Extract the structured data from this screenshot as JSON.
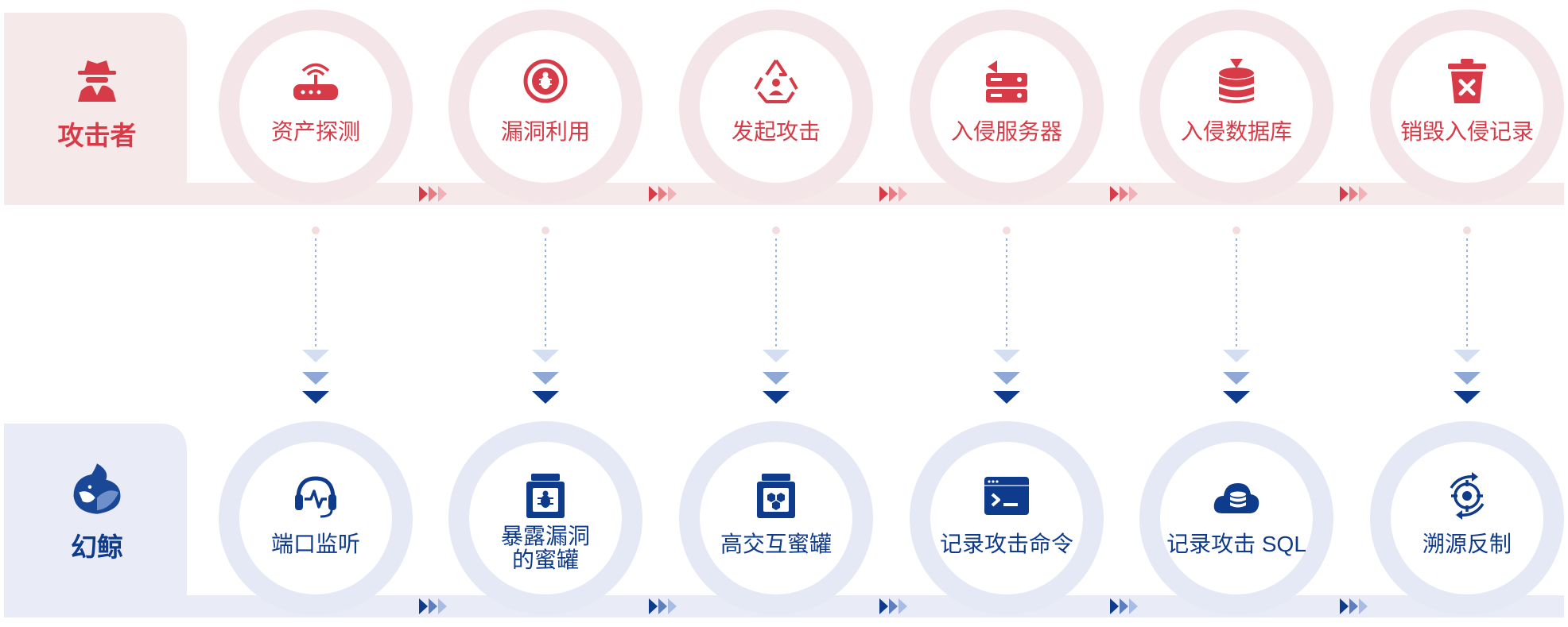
{
  "attacker": {
    "title": "攻击者",
    "icon": "spy-icon",
    "steps": [
      {
        "label": "资产探测",
        "icon": "router-icon"
      },
      {
        "label": "漏洞利用",
        "icon": "bug-target-icon"
      },
      {
        "label": "发起攻击",
        "icon": "recycle-user-icon"
      },
      {
        "label": "入侵服务器",
        "icon": "server-icon"
      },
      {
        "label": "入侵数据库",
        "icon": "database-icon"
      },
      {
        "label": "销毁入侵记录",
        "icon": "trash-icon"
      }
    ]
  },
  "defender": {
    "title": "幻鲸",
    "icon": "whale-logo-icon",
    "steps": [
      {
        "lines": [
          "端口监听"
        ],
        "icon": "headset-icon"
      },
      {
        "lines": [
          "暴露漏洞",
          "的蜜罐"
        ],
        "icon": "bug-jar-icon"
      },
      {
        "lines": [
          "高交互蜜罐"
        ],
        "icon": "honeycomb-jar-icon"
      },
      {
        "lines": [
          "记录攻击命令"
        ],
        "icon": "terminal-icon"
      },
      {
        "lines": [
          "记录攻击 SQL"
        ],
        "icon": "cloud-database-icon"
      },
      {
        "lines": [
          "溯源反制"
        ],
        "icon": "crosshair-sync-icon"
      }
    ]
  },
  "colors": {
    "attacker_accent": "#d63b47",
    "attacker_ring": "#f4e6e8",
    "attacker_band": "#f5e9ea",
    "defender_accent": "#0e3b8c",
    "defender_ring": "#e5e9f5",
    "defender_band": "#e9ecf7",
    "dotted_line": "#9ab6e0"
  }
}
